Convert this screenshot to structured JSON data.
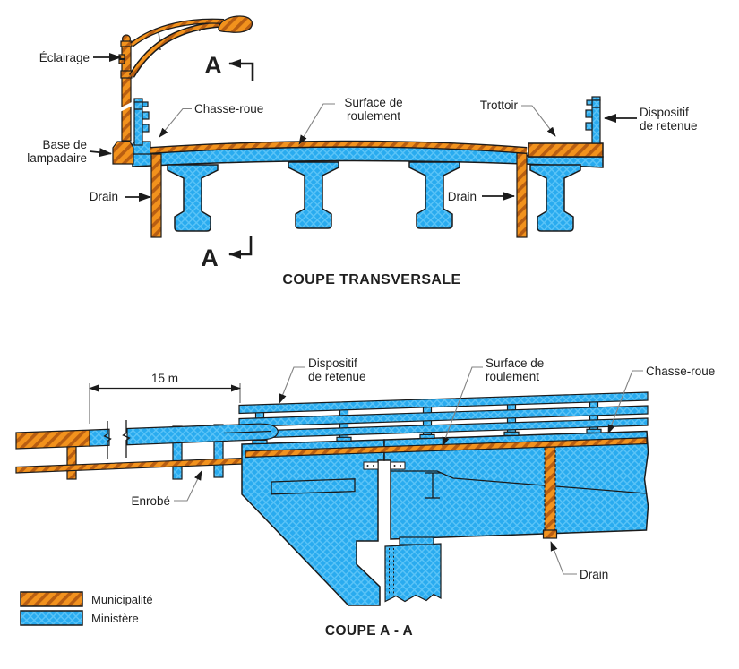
{
  "diagram": {
    "section_top": {
      "title": "COUPE TRANSVERSALE",
      "section_letter": "A",
      "labels": {
        "eclairage": "Éclairage",
        "chasse_roue": "Chasse-roue",
        "surface_line1": "Surface de",
        "surface_line2": "roulement",
        "trottoir": "Trottoir",
        "dispositif_line1": "Dispositif",
        "dispositif_line2": "de retenue",
        "base_line1": "Base de",
        "base_line2": "lampadaire",
        "drain_left": "Drain",
        "drain_right": "Drain"
      }
    },
    "section_bottom": {
      "title": "COUPE A - A",
      "dimension": "15 m",
      "labels": {
        "dispositif_line1": "Dispositif",
        "dispositif_line2": "de retenue",
        "surface_line1": "Surface de",
        "surface_line2": "roulement",
        "chasse_roue": "Chasse-roue",
        "enrobe": "Enrobé",
        "drain": "Drain"
      }
    },
    "legend": {
      "municipality": "Municipalité",
      "ministry": "Ministère"
    },
    "colors": {
      "municipality_fill": "#F2921D",
      "municipality_stripe": "#B85E12",
      "ministry_fill": "#29ABEF",
      "ministry_check": "#5CC4F7",
      "outline": "#1B1B1B",
      "leader": "#828282",
      "text_color": "#1F1F1F"
    }
  }
}
